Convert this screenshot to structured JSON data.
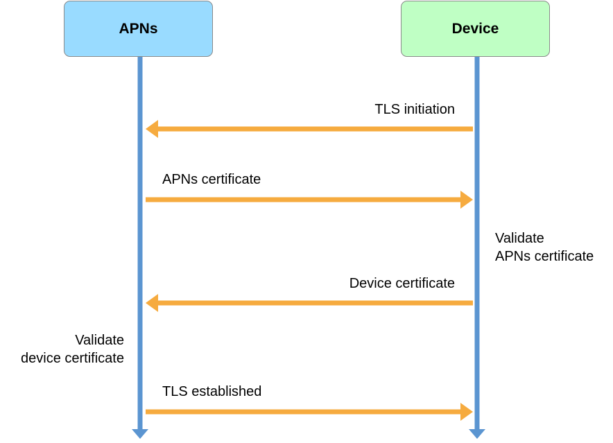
{
  "colors": {
    "apns_box_fill": "#99dbff",
    "device_box_fill": "#bfffc4",
    "lifeline": "#5b95d1",
    "message_arrow": "#f6ab3f"
  },
  "actors": {
    "apns": {
      "label": "APNs"
    },
    "device": {
      "label": "Device"
    }
  },
  "messages": [
    {
      "label": "TLS initiation",
      "from": "device",
      "to": "apns"
    },
    {
      "label": "APNs certificate",
      "from": "apns",
      "to": "device"
    },
    {
      "label": "Device certificate",
      "from": "device",
      "to": "apns"
    },
    {
      "label": "TLS established",
      "from": "apns",
      "to": "device"
    }
  ],
  "notes": {
    "device_validate": {
      "line1": "Validate",
      "line2": "APNs certificate"
    },
    "apns_validate": {
      "line1": "Validate",
      "line2": "device certificate"
    }
  }
}
